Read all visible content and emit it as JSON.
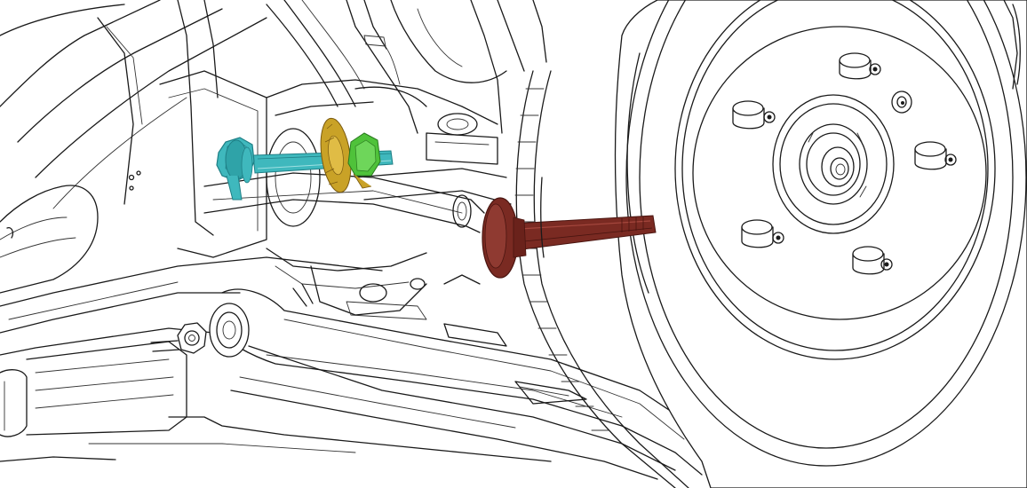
{
  "figure": {
    "colors": {
      "line": "#1a1a1a",
      "background": "#ffffff",
      "cam_bolt": "#3fb8bd",
      "cam_bolt_dark": "#1f7f86",
      "cam_washer": "#c9a227",
      "cam_nut": "#4fc23a",
      "knuckle_bolt": "#7a2a22",
      "knuckle_bolt_dark": "#4a1510"
    },
    "components": [
      {
        "name": "brake-rotor",
        "icon": "disc-icon"
      },
      {
        "name": "wheel-hub",
        "icon": "hub-icon"
      },
      {
        "name": "wheel-studs",
        "count": 5
      },
      {
        "name": "lower-control-arm"
      },
      {
        "name": "toe-link"
      },
      {
        "name": "cam-bolt",
        "highlight": "cam_bolt"
      },
      {
        "name": "cam-washer",
        "highlight": "cam_washer"
      },
      {
        "name": "cam-nut",
        "highlight": "cam_nut"
      },
      {
        "name": "knuckle-bolt",
        "highlight": "knuckle_bolt"
      }
    ]
  }
}
